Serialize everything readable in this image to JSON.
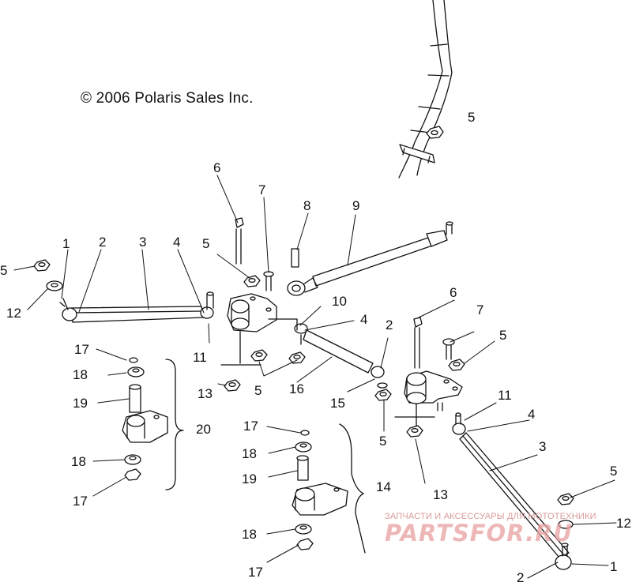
{
  "copyright": "© 2006 Polaris Sales Inc.",
  "callouts": [
    {
      "id": "c5a",
      "text": "5"
    },
    {
      "id": "c12a",
      "text": "12"
    },
    {
      "id": "c1a",
      "text": "1"
    },
    {
      "id": "c2a",
      "text": "2"
    },
    {
      "id": "c3a",
      "text": "3"
    },
    {
      "id": "c4a",
      "text": "4"
    },
    {
      "id": "c5b",
      "text": "5"
    },
    {
      "id": "c6a",
      "text": "6"
    },
    {
      "id": "c7a",
      "text": "7"
    },
    {
      "id": "c8",
      "text": "8"
    },
    {
      "id": "c9",
      "text": "9"
    },
    {
      "id": "c5c",
      "text": "5"
    },
    {
      "id": "c10",
      "text": "10"
    },
    {
      "id": "c4b",
      "text": "4"
    },
    {
      "id": "c11a",
      "text": "11"
    },
    {
      "id": "c13a",
      "text": "13"
    },
    {
      "id": "c5d",
      "text": "5"
    },
    {
      "id": "c16",
      "text": "16"
    },
    {
      "id": "c6b",
      "text": "6"
    },
    {
      "id": "c7b",
      "text": "7"
    },
    {
      "id": "c5e",
      "text": "5"
    },
    {
      "id": "c2b",
      "text": "2"
    },
    {
      "id": "c15",
      "text": "15"
    },
    {
      "id": "c5f",
      "text": "5"
    },
    {
      "id": "c11b",
      "text": "11"
    },
    {
      "id": "c4c",
      "text": "4"
    },
    {
      "id": "c3b",
      "text": "3"
    },
    {
      "id": "c13b",
      "text": "13"
    },
    {
      "id": "c17a",
      "text": "17"
    },
    {
      "id": "c18a",
      "text": "18"
    },
    {
      "id": "c19a",
      "text": "19"
    },
    {
      "id": "c20",
      "text": "20"
    },
    {
      "id": "c18b",
      "text": "18"
    },
    {
      "id": "c17b",
      "text": "17"
    },
    {
      "id": "c17c",
      "text": "17"
    },
    {
      "id": "c18c",
      "text": "18"
    },
    {
      "id": "c19b",
      "text": "19"
    },
    {
      "id": "c14",
      "text": "14"
    },
    {
      "id": "c18d",
      "text": "18"
    },
    {
      "id": "c17d",
      "text": "17"
    },
    {
      "id": "c5g",
      "text": "5"
    },
    {
      "id": "c12b",
      "text": "12"
    },
    {
      "id": "c2c",
      "text": "2"
    },
    {
      "id": "c1b",
      "text": "1"
    }
  ],
  "watermark": {
    "tagline": "ЗАПЧАСТИ И АКСЕССУАРЫ ДЛЯ МОТОТЕХНИКИ",
    "logo": "PARTSFOR.RU"
  }
}
